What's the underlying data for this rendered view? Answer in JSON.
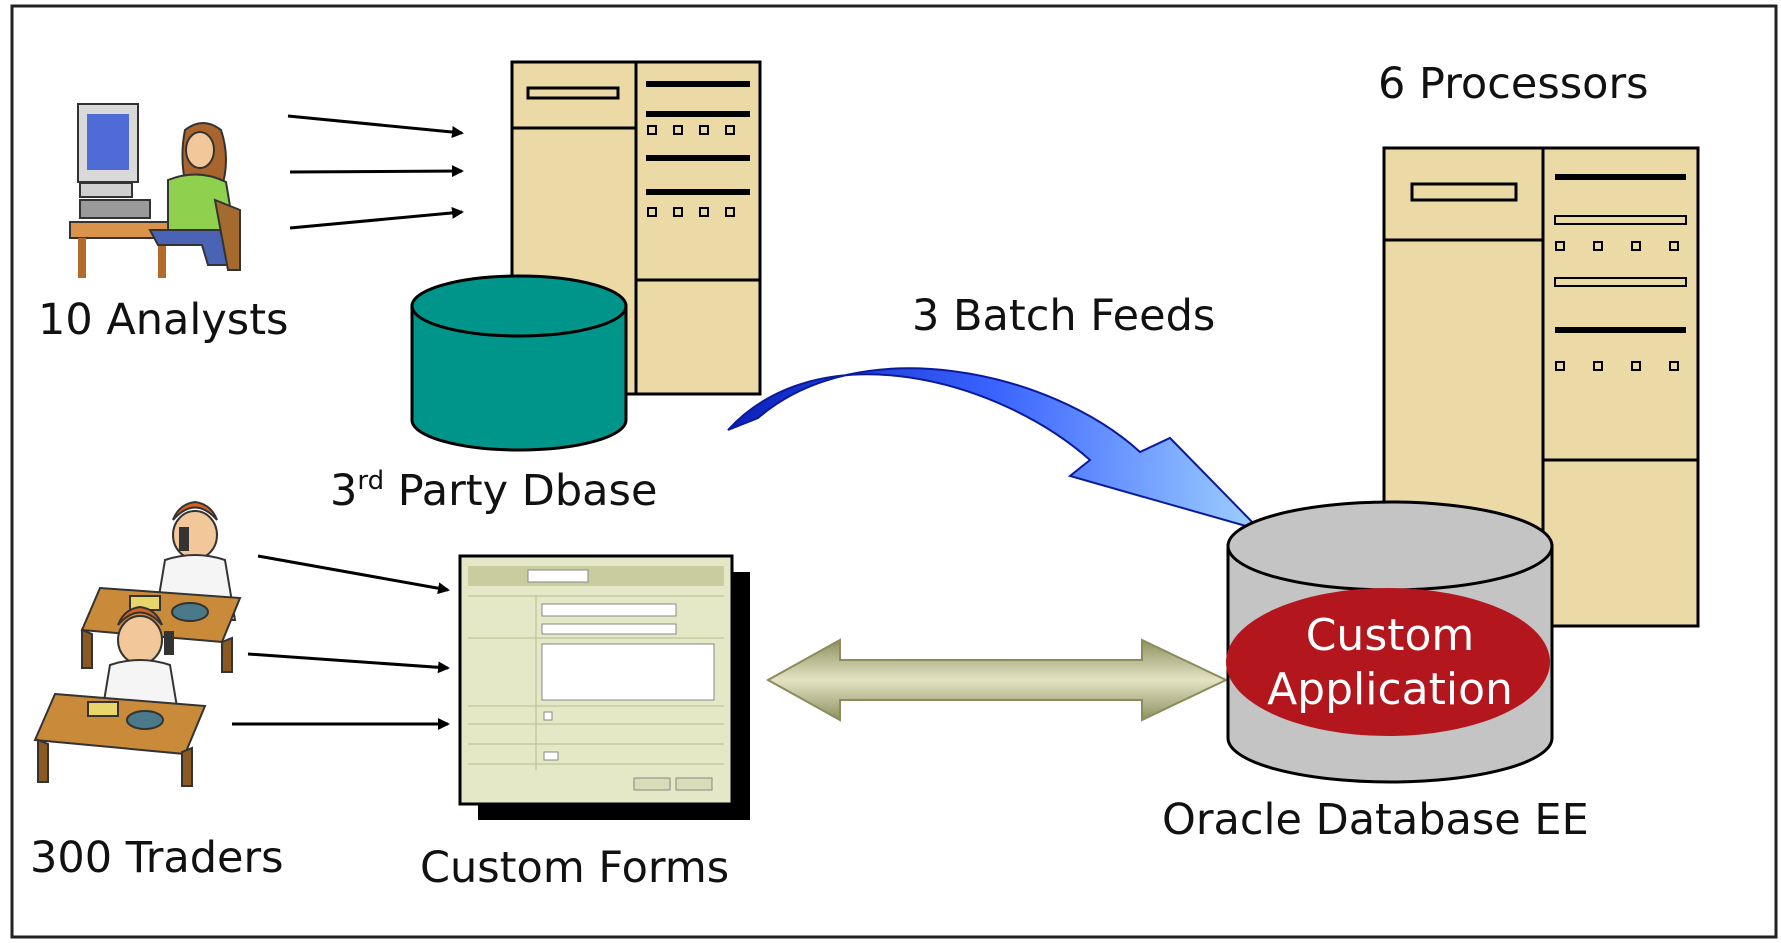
{
  "labels": {
    "analysts": "10 Analysts",
    "third_party_db_prefix": "3",
    "third_party_db_sup": "rd",
    "third_party_db_rest": " Party Dbase",
    "traders": "300 Traders",
    "custom_forms": "Custom Forms",
    "batch_feeds": "3 Batch Feeds",
    "processors": "6 Processors",
    "custom_app_line1": "Custom",
    "custom_app_line2": "Application",
    "oracle_db": "Oracle Database EE"
  },
  "colors": {
    "server_fill": "#ebd9a6",
    "teal_cylinder": "#00958a",
    "grey_cylinder": "#c4c4c4",
    "red_ellipse": "#b3161d",
    "blue_arrow": "#1e3de0",
    "khaki_arrow": "#b5b88a",
    "form_bg": "#e4e8c6"
  }
}
